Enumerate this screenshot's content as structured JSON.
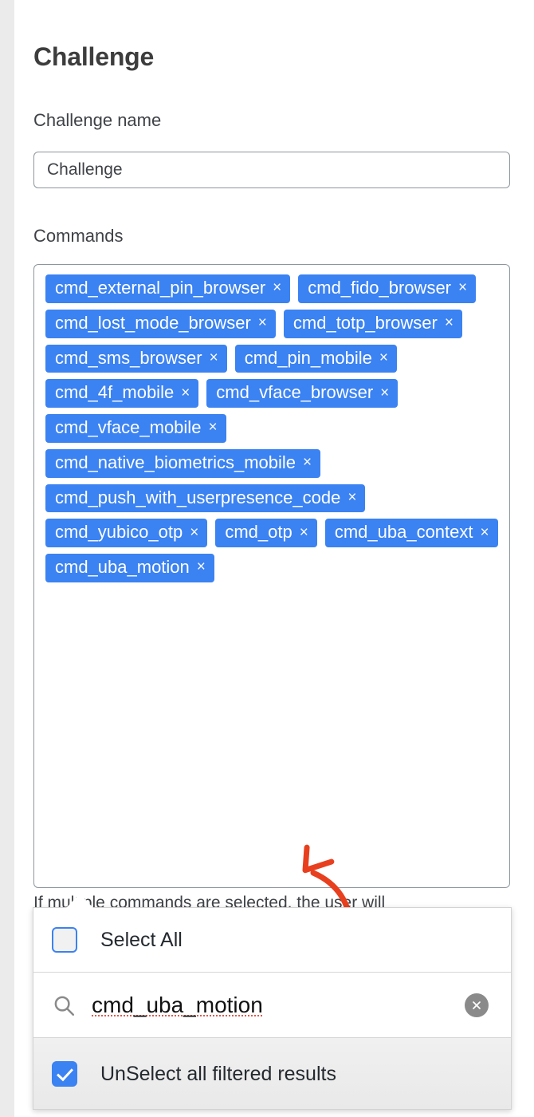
{
  "page": {
    "title": "Challenge"
  },
  "form": {
    "challenge_name": {
      "label": "Challenge name",
      "value": "Challenge",
      "placeholder": "Challenge"
    },
    "commands": {
      "label": "Commands",
      "helper_text": "If multiple commands are selected, the user will",
      "remove_glyph": "×",
      "chips": [
        {
          "label": "cmd_external_pin_browser"
        },
        {
          "label": "cmd_fido_browser"
        },
        {
          "label": "cmd_lost_mode_browser"
        },
        {
          "label": "cmd_totp_browser"
        },
        {
          "label": "cmd_sms_browser"
        },
        {
          "label": "cmd_pin_mobile"
        },
        {
          "label": "cmd_4f_mobile"
        },
        {
          "label": "cmd_vface_browser"
        },
        {
          "label": "cmd_vface_mobile"
        },
        {
          "label": "cmd_native_biometrics_mobile"
        },
        {
          "label": "cmd_push_with_userpresence_code"
        },
        {
          "label": "cmd_yubico_otp"
        },
        {
          "label": "cmd_otp"
        },
        {
          "label": "cmd_uba_context"
        },
        {
          "label": "cmd_uba_motion"
        }
      ]
    }
  },
  "dropdown": {
    "select_all": {
      "label": "Select All",
      "checked": false
    },
    "search": {
      "value": "cmd_uba_motion",
      "placeholder": "Search"
    },
    "unselect_filtered": {
      "label": "UnSelect all filtered results",
      "checked": true
    }
  },
  "annotation": {
    "arrow_color": "#e8401f",
    "points_to": "cmd_uba_motion"
  },
  "colors": {
    "chip_blue": "#3b82f2",
    "checkbox_blue": "#3b82f2",
    "page_background": "#ebebeb",
    "card_background": "#ffffff",
    "border_gray": "#8c969c",
    "text_dark": "#3f4246",
    "spellcheck_red": "#e05a4a"
  }
}
